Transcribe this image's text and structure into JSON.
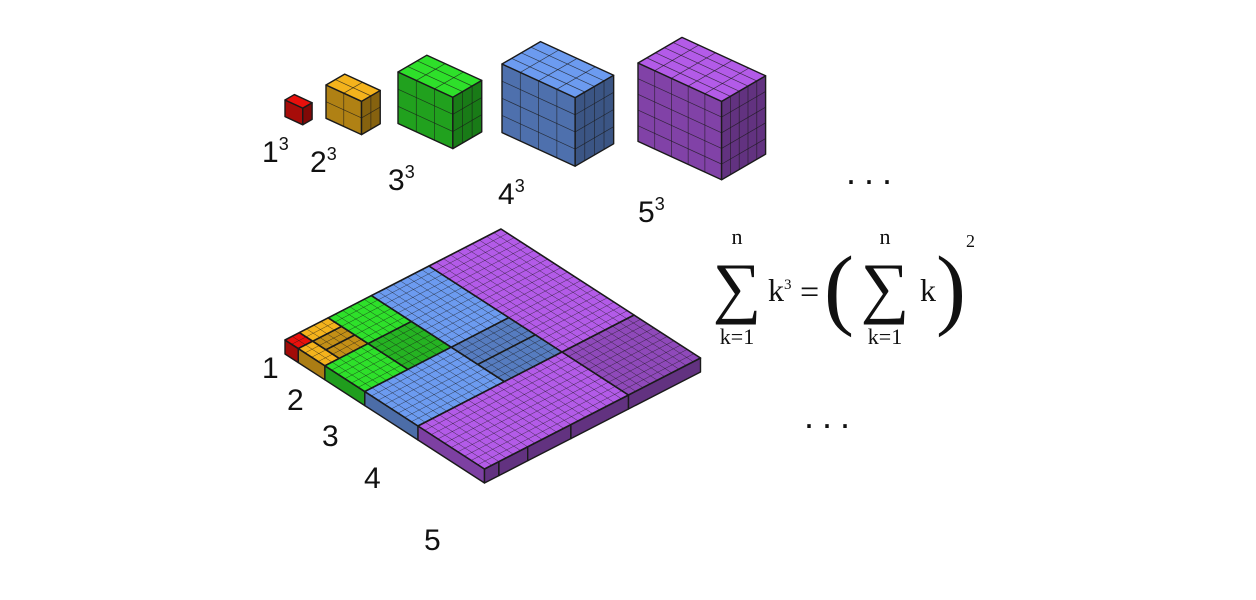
{
  "colors": {
    "c1": "#e8100c",
    "c2": "#f4b31c",
    "c3": "#2ee02a",
    "c4": "#6c9bf0",
    "c5": "#b35be8",
    "edge": "#1a1a1a"
  },
  "cubes": [
    {
      "base": "1",
      "exp": "3",
      "color": "c1"
    },
    {
      "base": "2",
      "exp": "3",
      "color": "c2"
    },
    {
      "base": "3",
      "exp": "3",
      "color": "c3"
    },
    {
      "base": "4",
      "exp": "3",
      "color": "c4"
    },
    {
      "base": "5",
      "exp": "3",
      "color": "c5"
    }
  ],
  "slab_labels": [
    "1",
    "2",
    "3",
    "4",
    "5"
  ],
  "ellipsis": "...",
  "equation": {
    "sum_symbol": "∑",
    "upper": "n",
    "lower": "k=1",
    "term": "k",
    "term_exp": "3",
    "equals": "=",
    "open_paren": "(",
    "close_paren": ")",
    "inner_term": "k",
    "outer_exp": "2"
  }
}
